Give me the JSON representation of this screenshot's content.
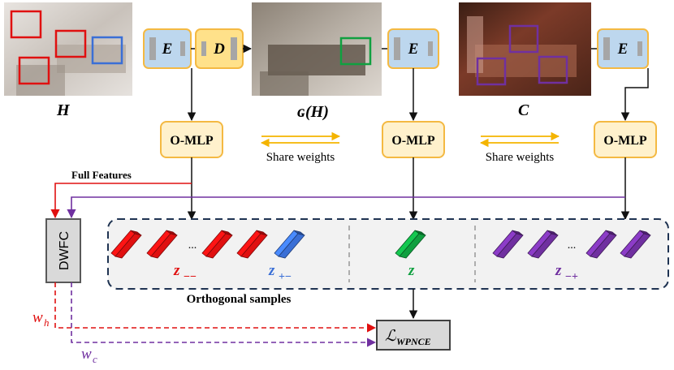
{
  "images": {
    "h_label": "H",
    "gh_label": "ɢ(H)",
    "c_label": "C"
  },
  "encoder_label": "E",
  "decoder_label": "D",
  "mlp_label": "O-MLP",
  "share_weights_label": "Share weights",
  "full_features_label": "Full Features",
  "dwfc_label": "DWFC",
  "ellipsis": "...",
  "samples": {
    "z_minus_minus": "z",
    "z_minus_minus_sub": "−−",
    "z_plus_minus": "z",
    "z_plus_minus_sub": "+−",
    "z": "z",
    "z_minus_plus": "z",
    "z_minus_plus_sub": "−+"
  },
  "orthogonal_samples_label": "Orthogonal samples",
  "loss_label": "ℒ",
  "loss_sub": "WPNCE",
  "wh_label": "w",
  "wh_sub": "h",
  "wc_label": "w",
  "wc_sub": "c",
  "colors": {
    "red": "#e01010",
    "blue": "#3a6fd6",
    "green": "#10a040",
    "purple": "#7030a0",
    "encoder_fill": "#bdd7ee",
    "encoder_border": "#f4b942",
    "mlp_fill": "#fff1cc",
    "arrow_yellow": "#f4b400"
  }
}
